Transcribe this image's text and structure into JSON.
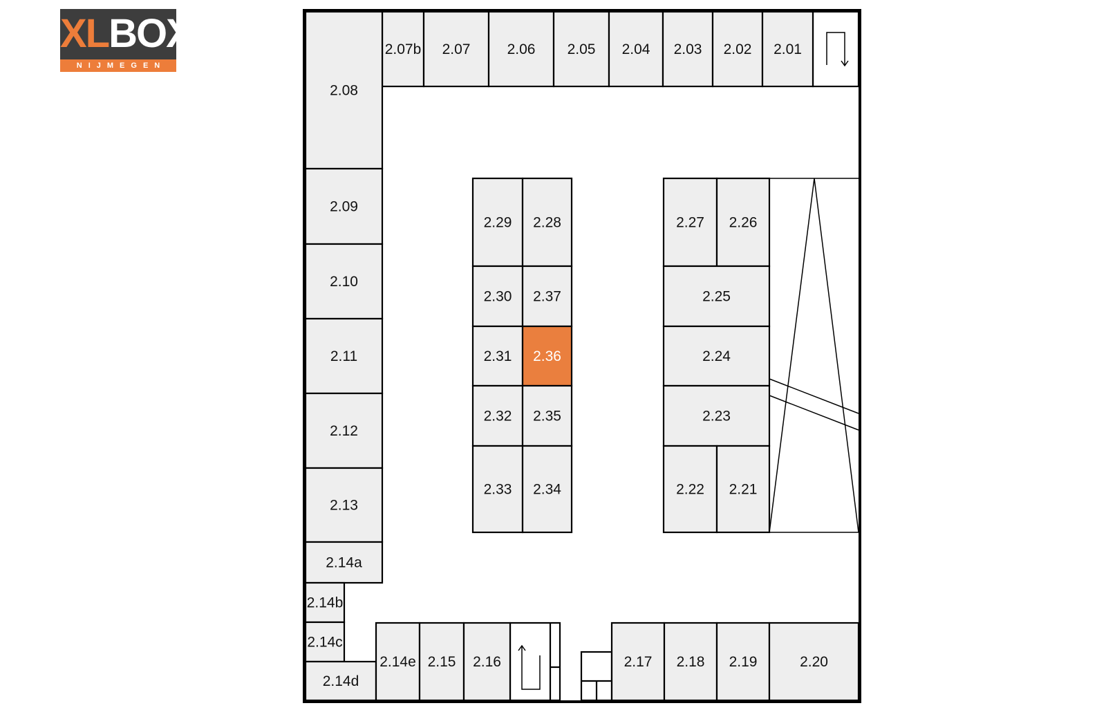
{
  "brand": {
    "logo_wordmark_accent": "XL",
    "logo_wordmark_main": "BOX",
    "logo_city": "NIJMEGEN",
    "colors": {
      "accent": "#ed7d3a",
      "dark": "#3d3d3d"
    }
  },
  "floor_plan": {
    "selected_unit": "2.36",
    "colors": {
      "unit_fill": "#eeeeee",
      "selected_fill": "#ea7f3e",
      "walls": "#000000"
    },
    "icons": [
      "stairs-down-icon",
      "stairs-up-icon"
    ],
    "units": {
      "u2_01": "2.01",
      "u2_02": "2.02",
      "u2_03": "2.03",
      "u2_04": "2.04",
      "u2_05": "2.05",
      "u2_06": "2.06",
      "u2_07": "2.07",
      "u2_07b": "2.07b",
      "u2_08": "2.08",
      "u2_09": "2.09",
      "u2_10": "2.10",
      "u2_11": "2.11",
      "u2_12": "2.12",
      "u2_13": "2.13",
      "u2_14a": "2.14a",
      "u2_14b": "2.14b",
      "u2_14c": "2.14c",
      "u2_14d": "2.14d",
      "u2_14e": "2.14e",
      "u2_15": "2.15",
      "u2_16": "2.16",
      "u2_17": "2.17",
      "u2_18": "2.18",
      "u2_19": "2.19",
      "u2_20": "2.20",
      "u2_21": "2.21",
      "u2_22": "2.22",
      "u2_23": "2.23",
      "u2_24": "2.24",
      "u2_25": "2.25",
      "u2_26": "2.26",
      "u2_27": "2.27",
      "u2_28": "2.28",
      "u2_29": "2.29",
      "u2_30": "2.30",
      "u2_31": "2.31",
      "u2_32": "2.32",
      "u2_33": "2.33",
      "u2_34": "2.34",
      "u2_35": "2.35",
      "u2_36": "2.36",
      "u2_37": "2.37"
    }
  }
}
